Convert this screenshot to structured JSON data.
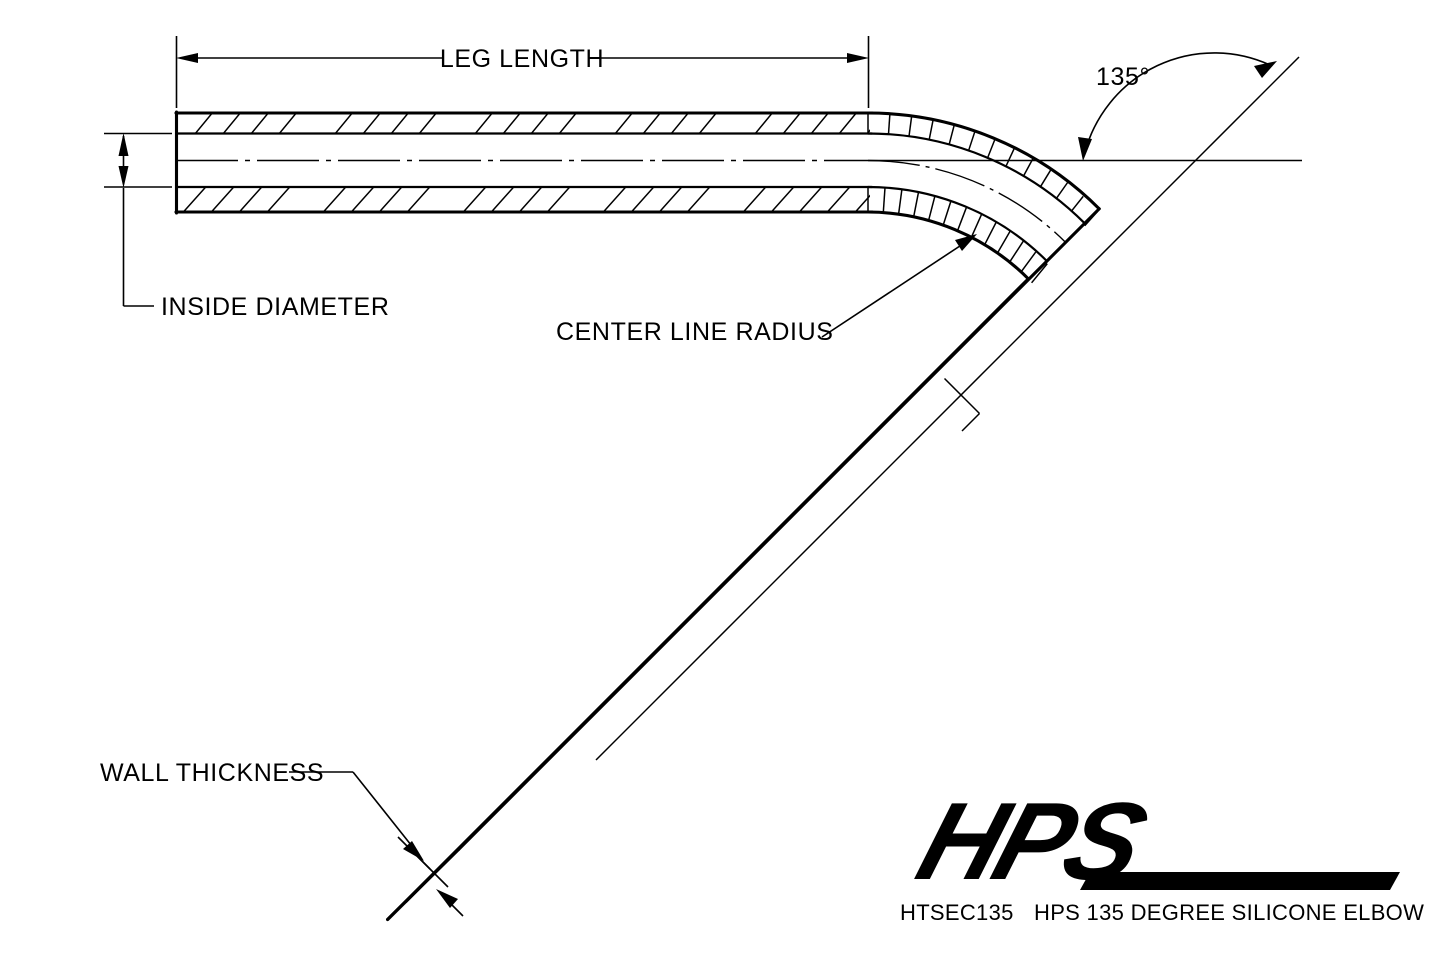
{
  "drawing": {
    "title": "HPS 135 DEGREE SILICONE ELBOW",
    "part_number": "HTSEC135",
    "brand": "HPS",
    "background_color": "#ffffff",
    "line_color": "#000000"
  },
  "annotations": {
    "leg_length": "LEG LENGTH",
    "inside_diameter": "INSIDE DIAMETER",
    "center_line_radius": "CENTER LINE RADIUS",
    "wall_thickness": "WALL THICKNESS",
    "angle": "135°"
  },
  "footer": {
    "part_number": "HTSEC135",
    "description": "HPS 135 DEGREE SILICONE ELBOW"
  },
  "logo": {
    "text": "HPS"
  },
  "chart_data": {
    "type": "diagram",
    "subject": "silicone elbow hose cross-section",
    "bend_angle_deg": 135,
    "dimensions_called_out": [
      "LEG LENGTH",
      "INSIDE DIAMETER",
      "CENTER LINE RADIUS",
      "WALL THICKNESS"
    ]
  }
}
